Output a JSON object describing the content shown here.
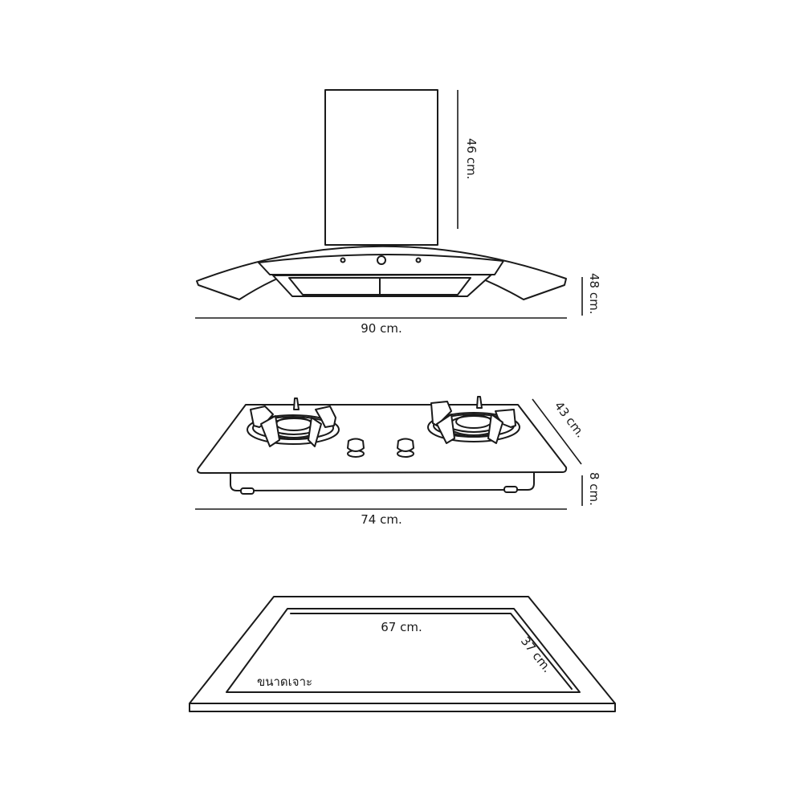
{
  "hood": {
    "height_label": "46 cm.",
    "total_height_label": "48 cm.",
    "width_label": "90 cm."
  },
  "hob": {
    "depth_label": "43 cm.",
    "height_label": "8 cm.",
    "width_label": "74 cm."
  },
  "cutout": {
    "width_label": "67 cm.",
    "depth_label": "37 cm.",
    "caption": "ขนาดเจาะ"
  },
  "colors": {
    "line": "#1a1a1a",
    "background": "#ffffff"
  }
}
